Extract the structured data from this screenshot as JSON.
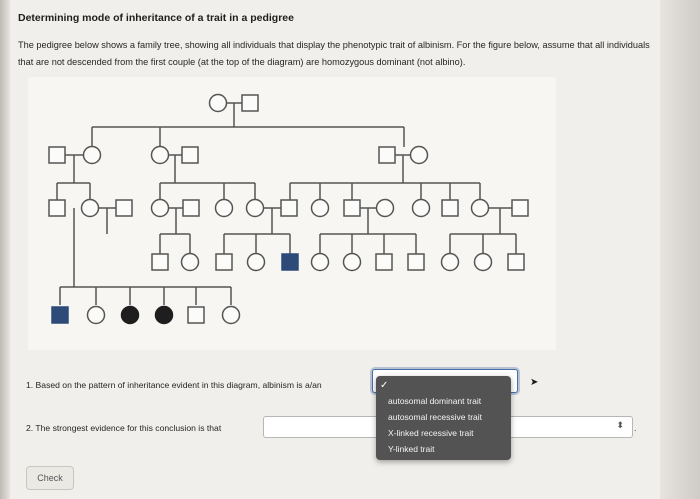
{
  "title": "Determining mode of inheritance of a trait in a pedigree",
  "intro": "The pedigree below shows a family tree, showing all individuals that display the phenotypic trait of albinism. For the figure below, assume that all individuals that are not descended from the first couple (at the top of the diagram) are homozygous dominant (not albino).",
  "figure": {
    "affected_color": "#2d4a78",
    "line_color": "#555555"
  },
  "question1": {
    "text": "1. Based on the pattern of inheritance evident in this diagram, albinism is a/an",
    "selected": "",
    "options": [
      "autosomal dominant trait",
      "autosomal recessive trait",
      "X-linked recessive trait",
      "Y-linked trait"
    ]
  },
  "question2": {
    "text": "2. The strongest evidence for this conclusion is that",
    "selected": ""
  },
  "check_button": "Check",
  "icons": {
    "checkmark": "✓",
    "stepper": "⬍",
    "cursor": "➤"
  }
}
